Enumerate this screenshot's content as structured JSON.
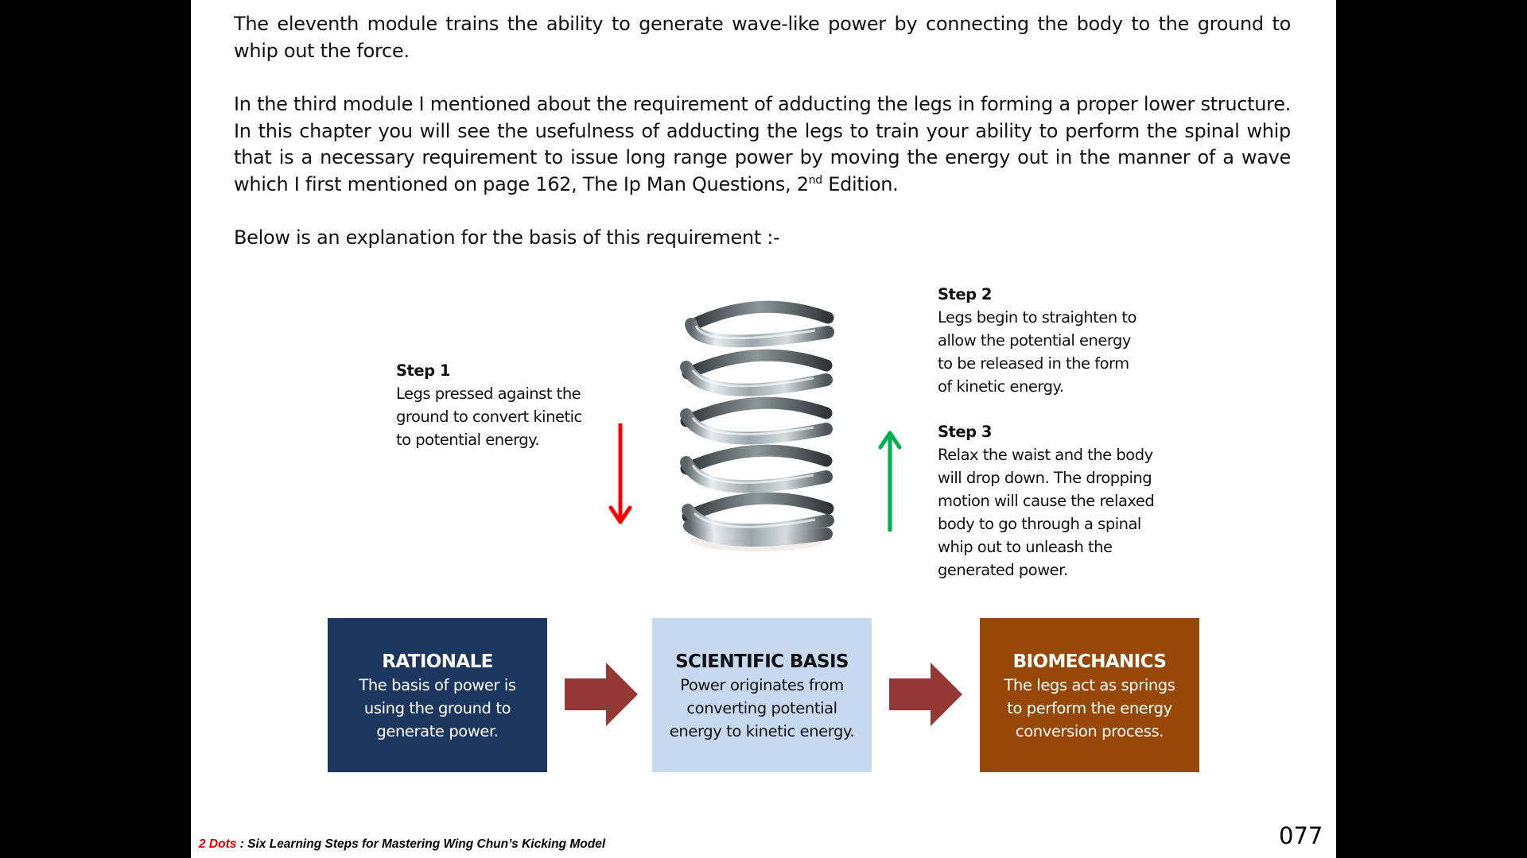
{
  "paragraphs": {
    "p1": "The eleventh module trains the ability to generate wave-like power by connecting the body to the ground to whip out the force.",
    "p2_before_sup": "In the third module I mentioned about the requirement of adducting the legs in forming a proper lower structure. In this chapter you will see the usefulness of adducting the legs to train your ability to perform the spinal whip that is a necessary requirement to issue long range power by moving the energy out in the manner of a wave which I first mentioned on page 162, The Ip Man Questions, 2",
    "p2_sup": "nd",
    "p2_after_sup": " Edition.",
    "p3": "Below is an explanation for the basis of this requirement :-"
  },
  "steps": [
    {
      "title": "Step 1",
      "lines": [
        "Legs pressed against the",
        "ground to convert kinetic",
        "to potential energy."
      ]
    },
    {
      "title": "Step 2",
      "lines": [
        "Legs begin to straighten to",
        "allow the potential energy",
        "to be released in the form",
        "of kinetic energy."
      ]
    },
    {
      "title": "Step 3",
      "lines": [
        "Relax the waist and the body",
        "will drop down. The dropping",
        "motion will cause the relaxed",
        "body to go through a spinal",
        "whip out to unleash the",
        "generated power."
      ]
    }
  ],
  "illustration": {
    "image": "coil-spring-photo",
    "down_arrow_color": "#ff0000",
    "up_arrow_color": "#00b050"
  },
  "flow": {
    "boxes": [
      {
        "title": "RATIONALE",
        "lines": [
          "The basis of power is",
          "using the ground to",
          "generate power."
        ],
        "color": "#1b3760"
      },
      {
        "title": "SCIENTIFIC BASIS",
        "lines": [
          "Power originates from",
          "converting potential",
          "energy to kinetic energy."
        ],
        "color": "#c6d9ef"
      },
      {
        "title": "BIOMECHANICS",
        "lines": [
          "The legs act as springs",
          "to perform the energy",
          "conversion process."
        ],
        "color": "#974806"
      }
    ],
    "arrow_color": "#953735"
  },
  "footer": {
    "brand": "2 Dots",
    "title": " : Six Learning Steps for Mastering Wing Chun’s Kicking Model",
    "page_number": "077"
  }
}
